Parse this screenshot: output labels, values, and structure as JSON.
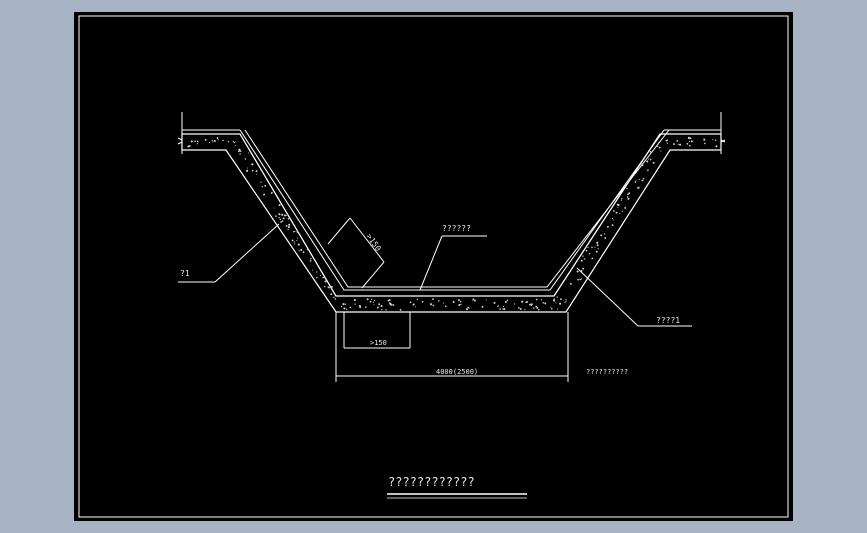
{
  "colors": {
    "background": "#a9b3c6",
    "sheet": "#000000",
    "lines": "#ffffff",
    "fill_dots": "#d0d0d0"
  },
  "labels": {
    "top_layer": "??????",
    "left_note": "?1",
    "right_note": "????1",
    "slope_dim": ">150",
    "bottom_small_dim": ">150",
    "bottom_width": "4000(2500)",
    "bottom_note": "??????????",
    "title": "????????????"
  }
}
